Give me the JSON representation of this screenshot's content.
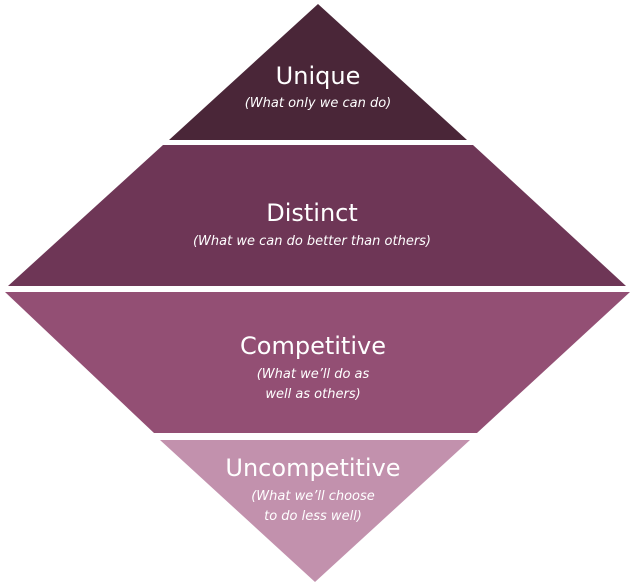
{
  "diagram": {
    "layers": [
      {
        "title": "Unique",
        "subtitle_lines": [
          "(What only we can do)"
        ],
        "color": "#4a2638"
      },
      {
        "title": "Distinct",
        "subtitle_lines": [
          "(What we can do better than others)"
        ],
        "color": "#6e3656"
      },
      {
        "title": "Competitive",
        "subtitle_lines": [
          "(What we’ll do as",
          "well as others)"
        ],
        "color": "#934f74"
      },
      {
        "title": "Uncompetitive",
        "subtitle_lines": [
          "(What we’ll choose",
          "to do less well)"
        ],
        "color": "#c291ad"
      }
    ]
  }
}
